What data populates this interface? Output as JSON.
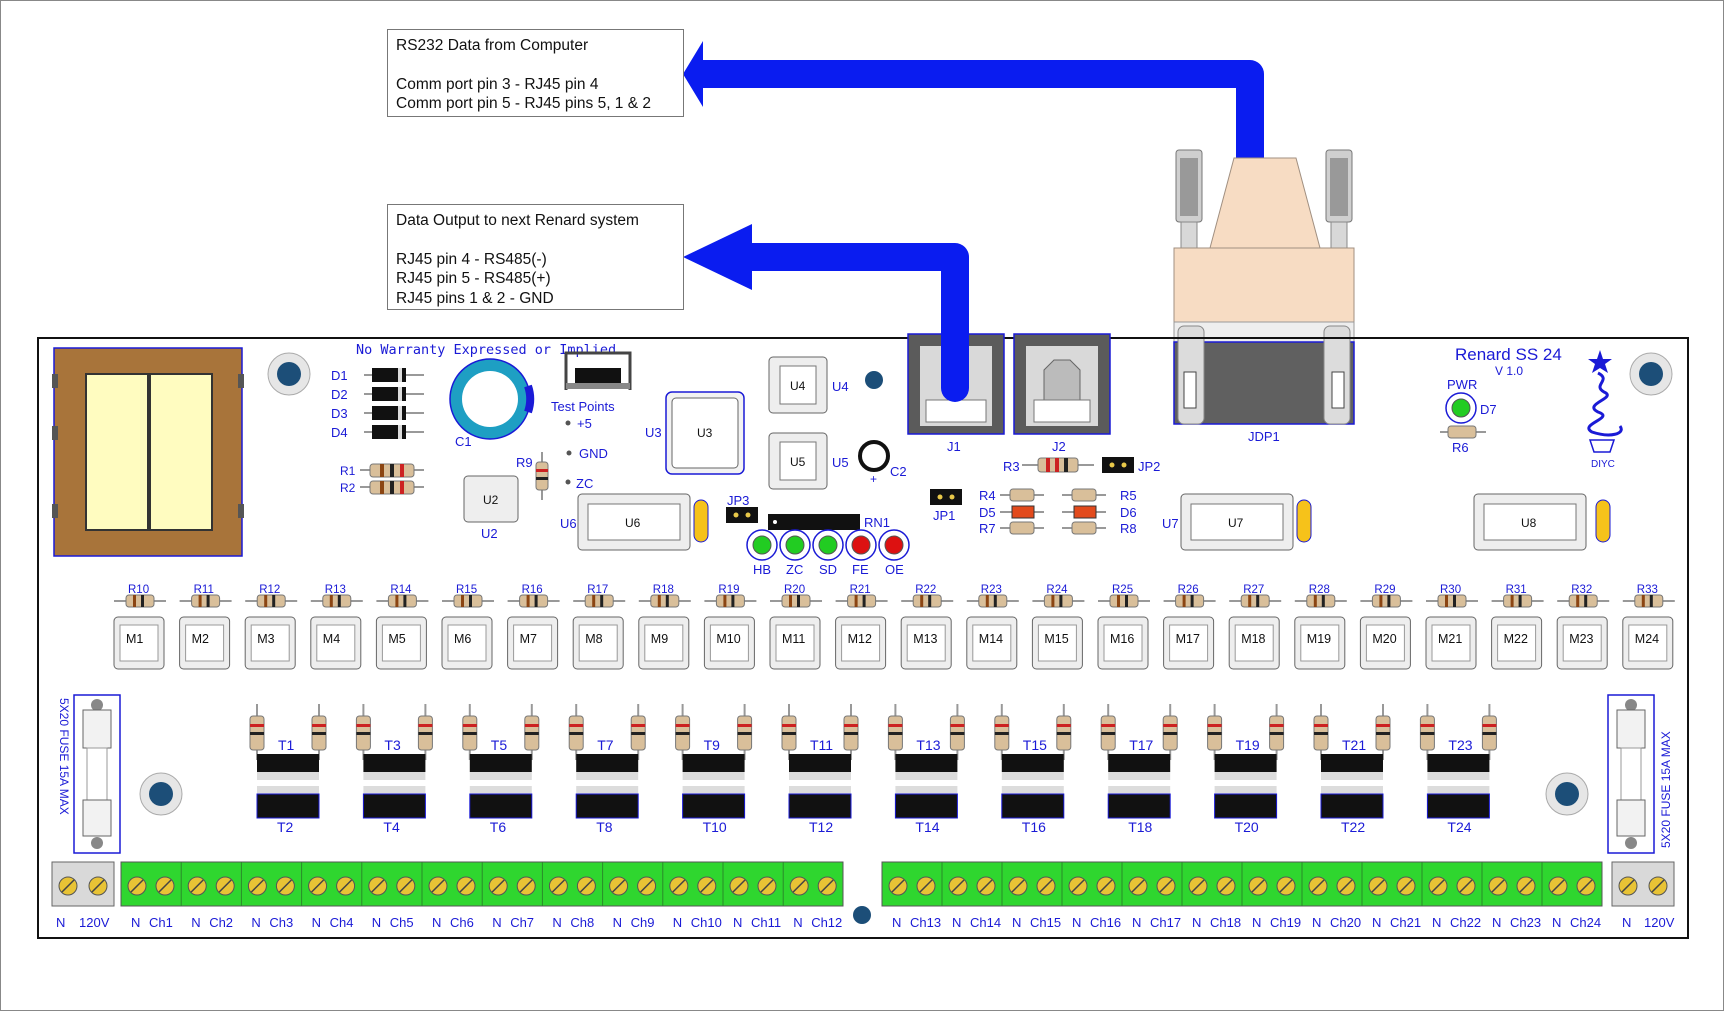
{
  "callout_in": {
    "title": "RS232 Data from Computer",
    "lines": [
      "Comm port pin 3 - RJ45 pin 4",
      "Comm port pin 5 - RJ45 pins 5, 1 & 2"
    ]
  },
  "callout_out": {
    "title": "Data Output to next Renard system",
    "lines": [
      "RJ45 pin 4 - RS485(-)",
      "RJ45 pin 5 - RS485(+)",
      "RJ45 pins 1 & 2 - GND"
    ]
  },
  "board": {
    "title": "Renard SS 24",
    "version": "V 1.0",
    "warranty": "No Warranty Expressed or Implied",
    "logo_text": "DIYC",
    "pwr_label": "PWR",
    "test_points_title": "Test Points",
    "test_points": [
      "+5",
      "GND",
      "ZC"
    ]
  },
  "parts": {
    "diodes": [
      "D1",
      "D2",
      "D3",
      "D4"
    ],
    "r1": "R1",
    "r2": "R2",
    "r3": "R3",
    "r4": "R4",
    "r5": "R5",
    "r6": "R6",
    "r7": "R7",
    "r8": "R8",
    "r9": "R9",
    "d5": "D5",
    "d6": "D6",
    "d7": "D7",
    "c1": "C1",
    "c2": "C2",
    "j1": "J1",
    "j2": "J2",
    "jdp1": "JDP1",
    "jp1": "JP1",
    "jp2": "JP2",
    "jp3": "JP3",
    "u2": "U2",
    "u3": "U3",
    "u4": "U4",
    "u5": "U5",
    "u6": "U6",
    "u7": "U7",
    "u8": "U8",
    "rn1": "RN1",
    "leds": [
      {
        "label": "HB",
        "color": "#22cc22"
      },
      {
        "label": "ZC",
        "color": "#22cc22"
      },
      {
        "label": "SD",
        "color": "#22cc22"
      },
      {
        "label": "FE",
        "color": "#dd1111"
      },
      {
        "label": "OE",
        "color": "#dd1111"
      }
    ],
    "channel_resistors": [
      "R10",
      "R11",
      "R12",
      "R13",
      "R14",
      "R15",
      "R16",
      "R17",
      "R18",
      "R19",
      "R20",
      "R21",
      "R22",
      "R23",
      "R24",
      "R25",
      "R26",
      "R27",
      "R28",
      "R29",
      "R30",
      "R31",
      "R32",
      "R33"
    ],
    "optos": [
      "M1",
      "M2",
      "M3",
      "M4",
      "M5",
      "M6",
      "M7",
      "M8",
      "M9",
      "M10",
      "M11",
      "M12",
      "M13",
      "M14",
      "M15",
      "M16",
      "M17",
      "M18",
      "M19",
      "M20",
      "M21",
      "M22",
      "M23",
      "M24"
    ],
    "triacs_top": [
      "T1",
      "T3",
      "T5",
      "T7",
      "T9",
      "T11",
      "T13",
      "T15",
      "T17",
      "T19",
      "T21",
      "T23"
    ],
    "triacs_bottom": [
      "T2",
      "T4",
      "T6",
      "T8",
      "T10",
      "T12",
      "T14",
      "T16",
      "T18",
      "T20",
      "T22",
      "T24"
    ],
    "fuse_label": "5X20 FUSE 15A MAX"
  },
  "terminals": {
    "power_left": [
      "N",
      "120V"
    ],
    "power_right": [
      "N",
      "120V"
    ],
    "neutral": "N",
    "channels": [
      "Ch1",
      "Ch2",
      "Ch3",
      "Ch4",
      "Ch5",
      "Ch6",
      "Ch7",
      "Ch8",
      "Ch9",
      "Ch10",
      "Ch11",
      "Ch12",
      "Ch13",
      "Ch14",
      "Ch15",
      "Ch16",
      "Ch17",
      "Ch18",
      "Ch19",
      "Ch20",
      "Ch21",
      "Ch22",
      "Ch23",
      "Ch24"
    ]
  },
  "colors": {
    "label_blue": "#1a1ad6",
    "arrow_blue": "#0a1cf0",
    "terminal_green": "#2fd62f",
    "transformer_brown": "#a8743a",
    "transformer_core": "#fffcc0",
    "connector_beige": "#f7dcc3"
  }
}
